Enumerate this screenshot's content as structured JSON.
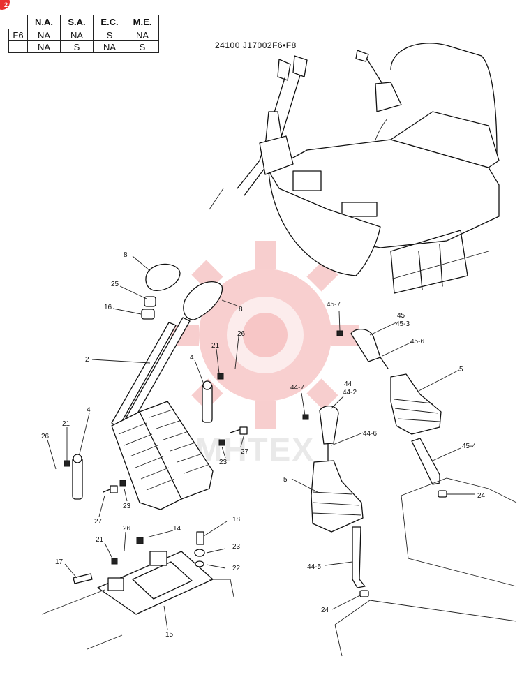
{
  "badge": "2",
  "table": {
    "headers": [
      "N.A.",
      "S.A.",
      "E.C.",
      "M.E."
    ],
    "rows": [
      {
        "label": "F6",
        "cells": [
          "NA",
          "NA",
          "S",
          "NA"
        ]
      },
      {
        "label": "",
        "cells": [
          "NA",
          "S",
          "NA",
          "S"
        ]
      }
    ]
  },
  "diagram_code": "24100 J17002F6•F8",
  "watermark": "MHTEX",
  "callouts": [
    {
      "id": "c1",
      "text": "8"
    },
    {
      "id": "c2",
      "text": "25"
    },
    {
      "id": "c3",
      "text": "16"
    },
    {
      "id": "c4",
      "text": "8"
    },
    {
      "id": "c5",
      "text": "2"
    },
    {
      "id": "c6",
      "text": "26"
    },
    {
      "id": "c7",
      "text": "21"
    },
    {
      "id": "c8",
      "text": "4"
    },
    {
      "id": "c9",
      "text": "4"
    },
    {
      "id": "c10",
      "text": "21"
    },
    {
      "id": "c11",
      "text": "26"
    },
    {
      "id": "c12",
      "text": "27"
    },
    {
      "id": "c13",
      "text": "23"
    },
    {
      "id": "c14",
      "text": "27"
    },
    {
      "id": "c15",
      "text": "23"
    },
    {
      "id": "c16",
      "text": "26"
    },
    {
      "id": "c17",
      "text": "21"
    },
    {
      "id": "c18",
      "text": "14"
    },
    {
      "id": "c19",
      "text": "18"
    },
    {
      "id": "c20",
      "text": "23"
    },
    {
      "id": "c21",
      "text": "22"
    },
    {
      "id": "c22",
      "text": "17"
    },
    {
      "id": "c23",
      "text": "15"
    },
    {
      "id": "c24",
      "text": "45-7"
    },
    {
      "id": "c25",
      "text": "45"
    },
    {
      "id": "c26",
      "text": "45-3"
    },
    {
      "id": "c27",
      "text": "45-6"
    },
    {
      "id": "c28",
      "text": "5"
    },
    {
      "id": "c29",
      "text": "44-7"
    },
    {
      "id": "c30",
      "text": "44"
    },
    {
      "id": "c31",
      "text": "44-2"
    },
    {
      "id": "c32",
      "text": "44-6"
    },
    {
      "id": "c33",
      "text": "45-4"
    },
    {
      "id": "c34",
      "text": "5"
    },
    {
      "id": "c35",
      "text": "24"
    },
    {
      "id": "c36",
      "text": "44-5"
    },
    {
      "id": "c37",
      "text": "24"
    }
  ]
}
